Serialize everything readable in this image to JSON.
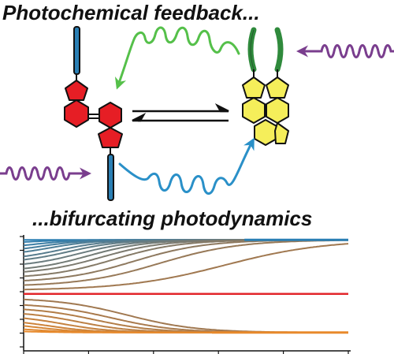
{
  "top_heading": "Photochemical feedback...",
  "bottom_heading": "...bifurcating photodynamics",
  "colors": {
    "red_isomer": "#e61e25",
    "yellow_isomer": "#f5ee5a",
    "blue_arm": "#2a7fb4",
    "green_arm": "#2f8a3c",
    "green_wave": "#55c04a",
    "blue_wave": "#2a90c8",
    "purple_wave": "#7a3e8e",
    "red_line": "#e2262b",
    "top_state": "#2a7fb4",
    "bottom_state": "#e88a2c"
  },
  "icons": [
    "light-wave-arrow",
    "equilibrium-arrows",
    "photoswitch-molecule"
  ],
  "chart_data": {
    "type": "line",
    "title": "",
    "xlabel": "",
    "ylabel": "",
    "xlim": [
      0,
      100
    ],
    "ylim": [
      0,
      1
    ],
    "x_ticks": [
      0,
      20,
      40,
      60,
      80,
      100
    ],
    "y_ticks": [
      0,
      0.125,
      0.25,
      0.375,
      0.5,
      0.625,
      0.75,
      0.875,
      1
    ],
    "x_tick_labels_shown": false,
    "y_tick_labels_shown": false,
    "threshold": 0.48,
    "upper_steady_state": 0.97,
    "lower_steady_state": 0.13,
    "upper_initial_values": [
      0.97,
      0.95,
      0.92,
      0.89,
      0.86,
      0.82,
      0.79,
      0.75,
      0.71,
      0.68,
      0.64,
      0.6,
      0.56,
      0.52
    ],
    "upper_switch_times": [
      0.3,
      1.5,
      3.5,
      5.5,
      8,
      11,
      14,
      17,
      20,
      24,
      28,
      34,
      42,
      62
    ],
    "lower_initial_values": [
      0.43,
      0.38,
      0.34,
      0.3,
      0.26,
      0.22,
      0.19,
      0.16,
      0.14
    ],
    "lower_switch_times": [
      32,
      27,
      22,
      17,
      12,
      8,
      5,
      3,
      1
    ]
  }
}
